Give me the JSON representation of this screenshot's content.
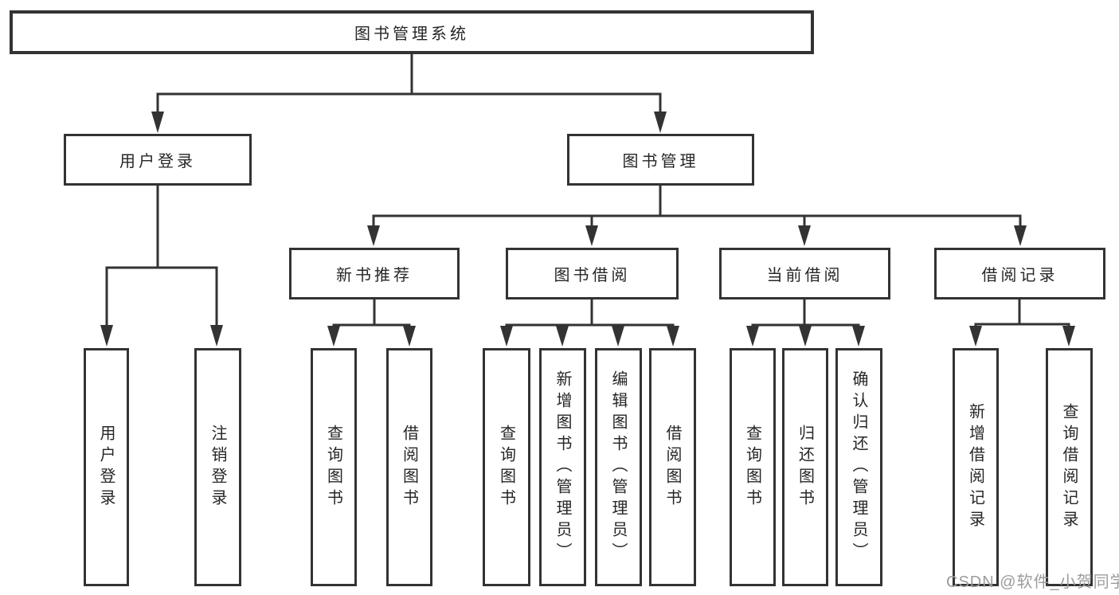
{
  "colors": {
    "line": "#333333",
    "text": "#262626",
    "background": "#ffffff",
    "watermark": "#9c9c9c"
  },
  "tree": {
    "root": {
      "label": "图书管理系统",
      "children": [
        {
          "label": "用户登录",
          "children": [
            {
              "label": "用户登录"
            },
            {
              "label": "注销登录"
            }
          ]
        },
        {
          "label": "图书管理",
          "children": [
            {
              "label": "新书推荐",
              "children": [
                {
                  "label": "查询图书"
                },
                {
                  "label": "借阅图书"
                }
              ]
            },
            {
              "label": "图书借阅",
              "children": [
                {
                  "label": "查询图书"
                },
                {
                  "label": "新增图书（管理员）"
                },
                {
                  "label": "编辑图书（管理员）"
                },
                {
                  "label": "借阅图书"
                }
              ]
            },
            {
              "label": "当前借阅",
              "children": [
                {
                  "label": "查询图书"
                },
                {
                  "label": "归还图书"
                },
                {
                  "label": "确认归还（管理员）"
                }
              ]
            },
            {
              "label": "借阅记录",
              "children": [
                {
                  "label": "新增借阅记录"
                },
                {
                  "label": "查询借阅记录"
                }
              ]
            }
          ]
        }
      ]
    }
  },
  "watermark": {
    "text": "CSDN @软件_小贺同学"
  }
}
